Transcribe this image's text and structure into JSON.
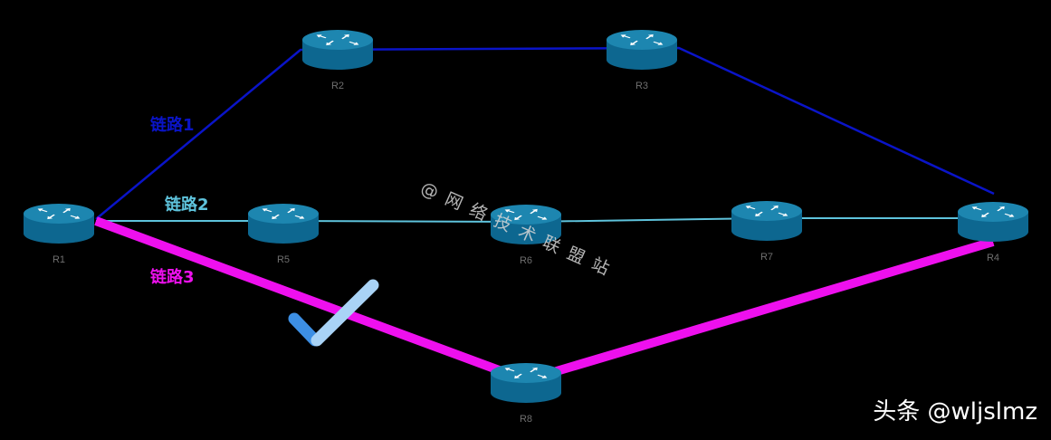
{
  "colors": {
    "background": "#000000",
    "link_1": "#0a14c8",
    "link_2": "#5ec3dc",
    "link_3": "#ee10ee",
    "router_top": "#1d86b0",
    "router_body": "#0d6790",
    "checkmark_dark": "#3d8fe4",
    "checkmark_light": "#a9d3f6"
  },
  "routers": [
    {
      "id": "R1",
      "label": "R1"
    },
    {
      "id": "R2",
      "label": "R2"
    },
    {
      "id": "R3",
      "label": "R3"
    },
    {
      "id": "R4",
      "label": "R4"
    },
    {
      "id": "R5",
      "label": "R5"
    },
    {
      "id": "R6",
      "label": "R6"
    },
    {
      "id": "R7",
      "label": "R7"
    },
    {
      "id": "R8",
      "label": "R8"
    }
  ],
  "links": [
    {
      "id": "link-1",
      "label": "链路1",
      "path": [
        "R1",
        "R2",
        "R3",
        "R4"
      ],
      "color": "#0a14c8"
    },
    {
      "id": "link-2",
      "label": "链路2",
      "path": [
        "R1",
        "R5",
        "R6",
        "R7",
        "R4"
      ],
      "color": "#5ec3dc"
    },
    {
      "id": "link-3",
      "label": "链路3",
      "path": [
        "R1",
        "R8",
        "R4"
      ],
      "color": "#ee10ee"
    }
  ],
  "selected_link": "link-3",
  "icons": {
    "router": "router-icon",
    "selection": "checkmark-icon"
  },
  "watermark": {
    "text": "@网络技术联盟站"
  },
  "footer": {
    "text": "头条 @wljslmz"
  }
}
